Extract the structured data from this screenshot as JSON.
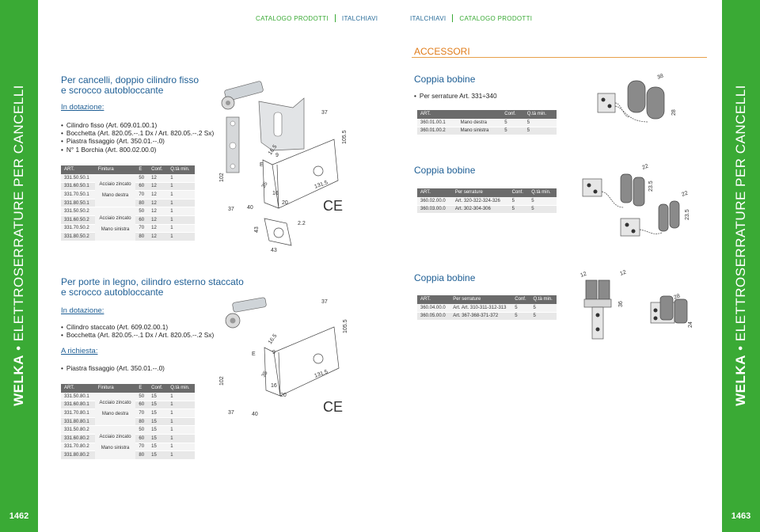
{
  "left_page": {
    "number": "1462",
    "side_brand": "WELKA",
    "side_title": " • ELETTROSERRATURE PER CANCELLI",
    "nav": [
      "CATALOGO PRODOTTI",
      "ITALCHIAVI"
    ],
    "section1": {
      "title_l1": "Per cancelli, doppio cilindro fisso",
      "title_l2": "e scrocco autobloccante",
      "included_label": "In dotazione:",
      "items": [
        "Cilindro fisso (Art. 609.01.00.1)",
        "Bocchetta (Art. 820.05.--.1 Dx / Art. 820.05.--.2 Sx)",
        "Piastra fissaggio (Art. 350.01.--.0)",
        "N° 1 Borchia (Art. 800.02.00.0)"
      ],
      "headers": [
        "ART.",
        "Finitura",
        "E",
        "Conf.",
        "Q.tà min."
      ],
      "finish": "Acciaio zincato",
      "hand_right": "Mano destra",
      "hand_left": "Mano sinistra",
      "rows": [
        [
          "331.50.50.1",
          "50",
          "12",
          "1"
        ],
        [
          "331.60.50.1",
          "60",
          "12",
          "1"
        ],
        [
          "331.70.50.1",
          "70",
          "12",
          "1"
        ],
        [
          "331.80.50.1",
          "80",
          "12",
          "1"
        ],
        [
          "331.50.50.2",
          "50",
          "12",
          "1"
        ],
        [
          "331.60.50.2",
          "60",
          "12",
          "1"
        ],
        [
          "331.70.50.2",
          "70",
          "12",
          "1"
        ],
        [
          "331.80.50.2",
          "80",
          "12",
          "1"
        ]
      ],
      "dims": [
        "37",
        "105.5",
        "16.5",
        "E",
        "9",
        "35",
        "16",
        "20",
        "131.5",
        "102",
        "37",
        "40",
        "43",
        "43",
        "2.2"
      ],
      "mark": "CE"
    },
    "section2": {
      "title_l1": "Per porte in legno, cilindro esterno staccato",
      "title_l2": "e scrocco autobloccante",
      "included_label": "In dotazione:",
      "items": [
        "Cilindro staccato (Art. 609.02.00.1)",
        "Bocchetta (Art. 820.05.--.1 Dx / Art. 820.05.--.2 Sx)"
      ],
      "request_label": "A richiesta:",
      "request_items": [
        "Piastra fissaggio (Art. 350.01.--.0)"
      ],
      "headers": [
        "ART.",
        "Finitura",
        "E",
        "Conf.",
        "Q.tà min."
      ],
      "finish": "Acciaio zincato",
      "hand_right": "Mano destra",
      "hand_left": "Mano sinistra",
      "rows": [
        [
          "331.50.80.1",
          "50",
          "15",
          "1"
        ],
        [
          "331.60.80.1",
          "60",
          "15",
          "1"
        ],
        [
          "331.70.80.1",
          "70",
          "15",
          "1"
        ],
        [
          "331.80.80.1",
          "80",
          "15",
          "1"
        ],
        [
          "331.50.80.2",
          "50",
          "15",
          "1"
        ],
        [
          "331.60.80.2",
          "60",
          "15",
          "1"
        ],
        [
          "331.70.80.2",
          "70",
          "15",
          "1"
        ],
        [
          "331.80.80.2",
          "80",
          "15",
          "1"
        ]
      ],
      "dims": [
        "37",
        "105.5",
        "16.5",
        "E",
        "9",
        "35",
        "16",
        "20",
        "131.5",
        "102",
        "37",
        "40"
      ],
      "mark": "CE"
    }
  },
  "right_page": {
    "number": "1463",
    "side_brand": "WELKA",
    "side_title": " • ELETTROSERRATURE PER CANCELLI",
    "nav": [
      "ITALCHIAVI",
      "CATALOGO PRODOTTI"
    ],
    "accessories_title": "ACCESSORI",
    "bobine1": {
      "title": "Coppia bobine",
      "bullet": "Per serrature Art. 331÷340",
      "headers": [
        "ART.",
        "",
        "Conf.",
        "Q.tà min."
      ],
      "rows": [
        [
          "360.01.00.1",
          "Mano destra",
          "5",
          "5"
        ],
        [
          "360.01.00.2",
          "Mano sinistra",
          "5",
          "5"
        ]
      ],
      "dims": [
        "38",
        "28"
      ]
    },
    "bobine2": {
      "title": "Coppia bobine",
      "headers": [
        "ART.",
        "Per serrature",
        "Conf.",
        "Q.tà min."
      ],
      "rows": [
        [
          "360.02.00.0",
          "Art. 320-322-324-326",
          "5",
          "5"
        ],
        [
          "360.03.00.0",
          "Art. 302-304-306",
          "5",
          "5"
        ]
      ],
      "dims": [
        "22",
        "23.5",
        "22",
        "23.5"
      ]
    },
    "bobine3": {
      "title": "Coppia bobine",
      "headers": [
        "ART.",
        "Per serrature",
        "Conf.",
        "Q.tà min."
      ],
      "rows": [
        [
          "360.04.00.0",
          "Art. Art. 310-311-312-313",
          "5",
          "5"
        ],
        [
          "360.05.00.0",
          "Art. 367-368-371-372",
          "5",
          "5"
        ]
      ],
      "dims": [
        "12",
        "12",
        "36",
        "28",
        "24"
      ]
    }
  },
  "colors": {
    "sidebar": "#3aaa35",
    "heading": "#1f5f95",
    "accent": "#e07c1a",
    "table_header": "#6b6b6b"
  }
}
